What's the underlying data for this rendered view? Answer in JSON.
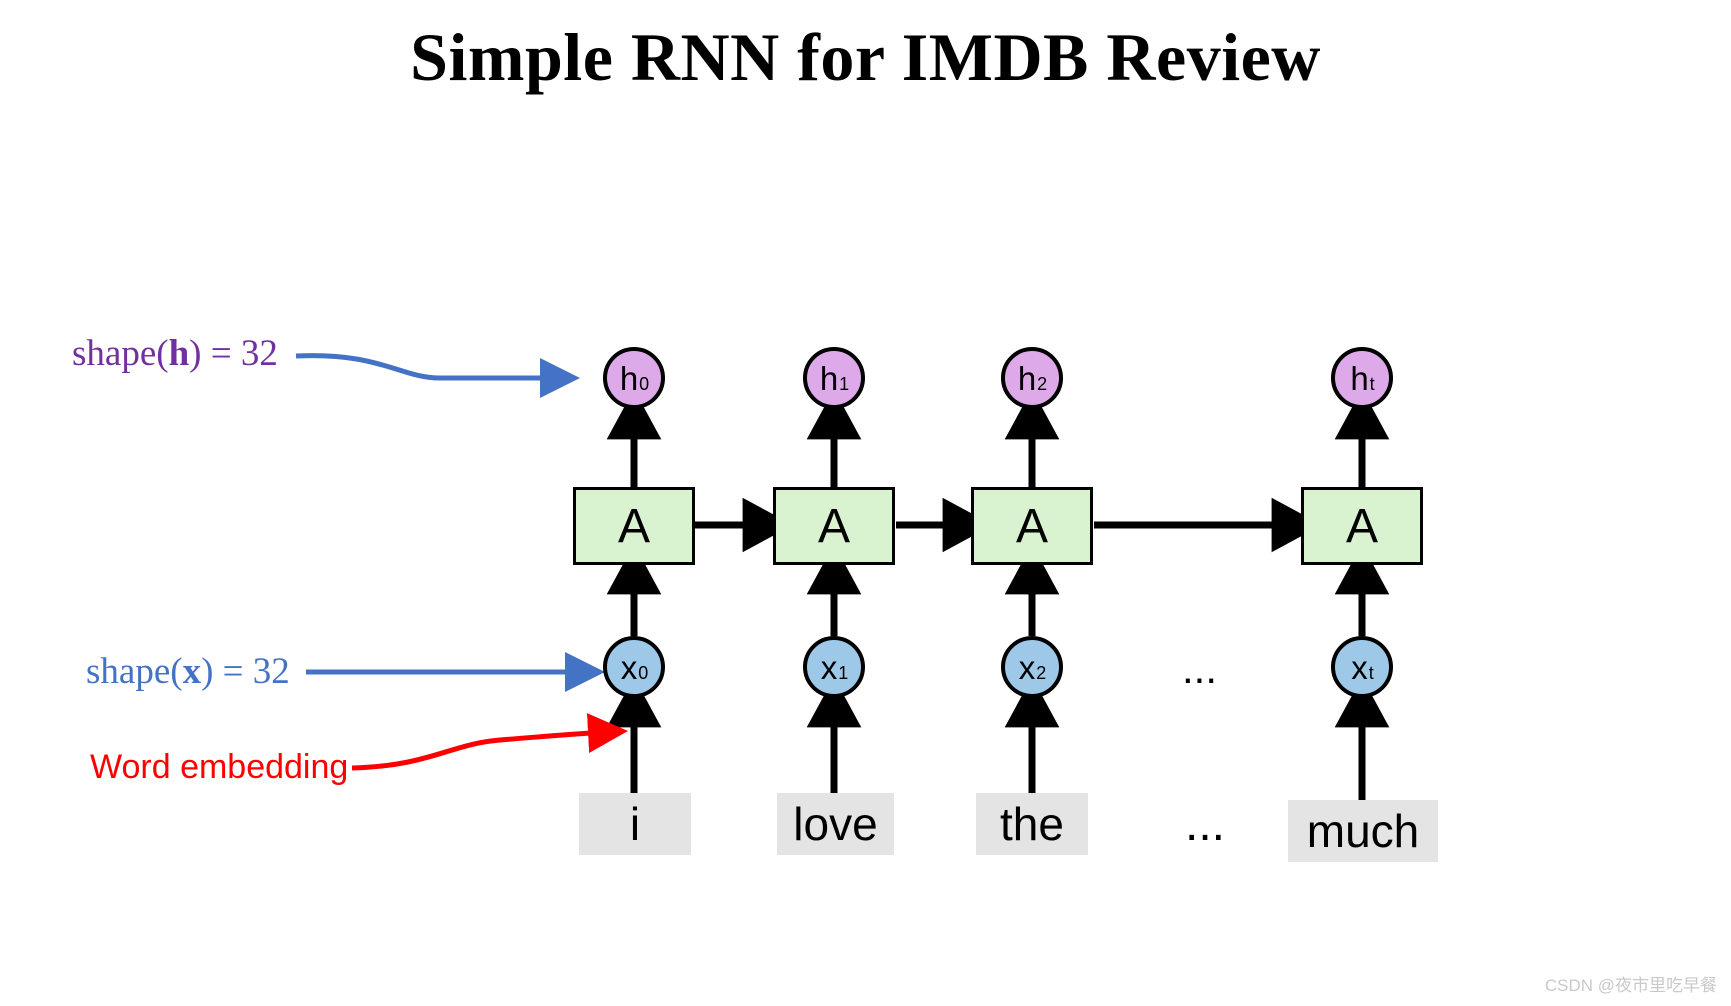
{
  "title": "Simple RNN for IMDB Review",
  "annotations": {
    "hidden_shape": {
      "prefix": "shape(",
      "symbol": "h",
      "suffix": ") = 32",
      "color": "#7030a0"
    },
    "input_shape": {
      "prefix": "shape(",
      "symbol": "x",
      "suffix": ") = 32",
      "color": "#4472c4"
    },
    "word_embedding": {
      "label": "Word embedding",
      "color": "#ff0000"
    }
  },
  "diagram": {
    "type": "rnn-unrolled",
    "cell_label": "A",
    "hidden_states": [
      {
        "base": "h",
        "sub": "0"
      },
      {
        "base": "h",
        "sub": "1"
      },
      {
        "base": "h",
        "sub": "2"
      },
      {
        "base": "h",
        "sub": "t"
      }
    ],
    "inputs": [
      {
        "base": "x",
        "sub": "0"
      },
      {
        "base": "x",
        "sub": "1"
      },
      {
        "base": "x",
        "sub": "2"
      },
      {
        "base": "x",
        "sub": "t"
      }
    ],
    "words": [
      "i",
      "love",
      "the",
      "much"
    ],
    "ellipsis_mid": "...",
    "ellipsis_words": "...",
    "colors": {
      "hidden_fill": "#dda9e8",
      "input_fill": "#9dc8e8",
      "cell_fill": "#d9f2cf",
      "word_fill": "#e4e4e4",
      "stroke": "#000000"
    }
  },
  "watermark": "CSDN @夜市里吃早餐"
}
